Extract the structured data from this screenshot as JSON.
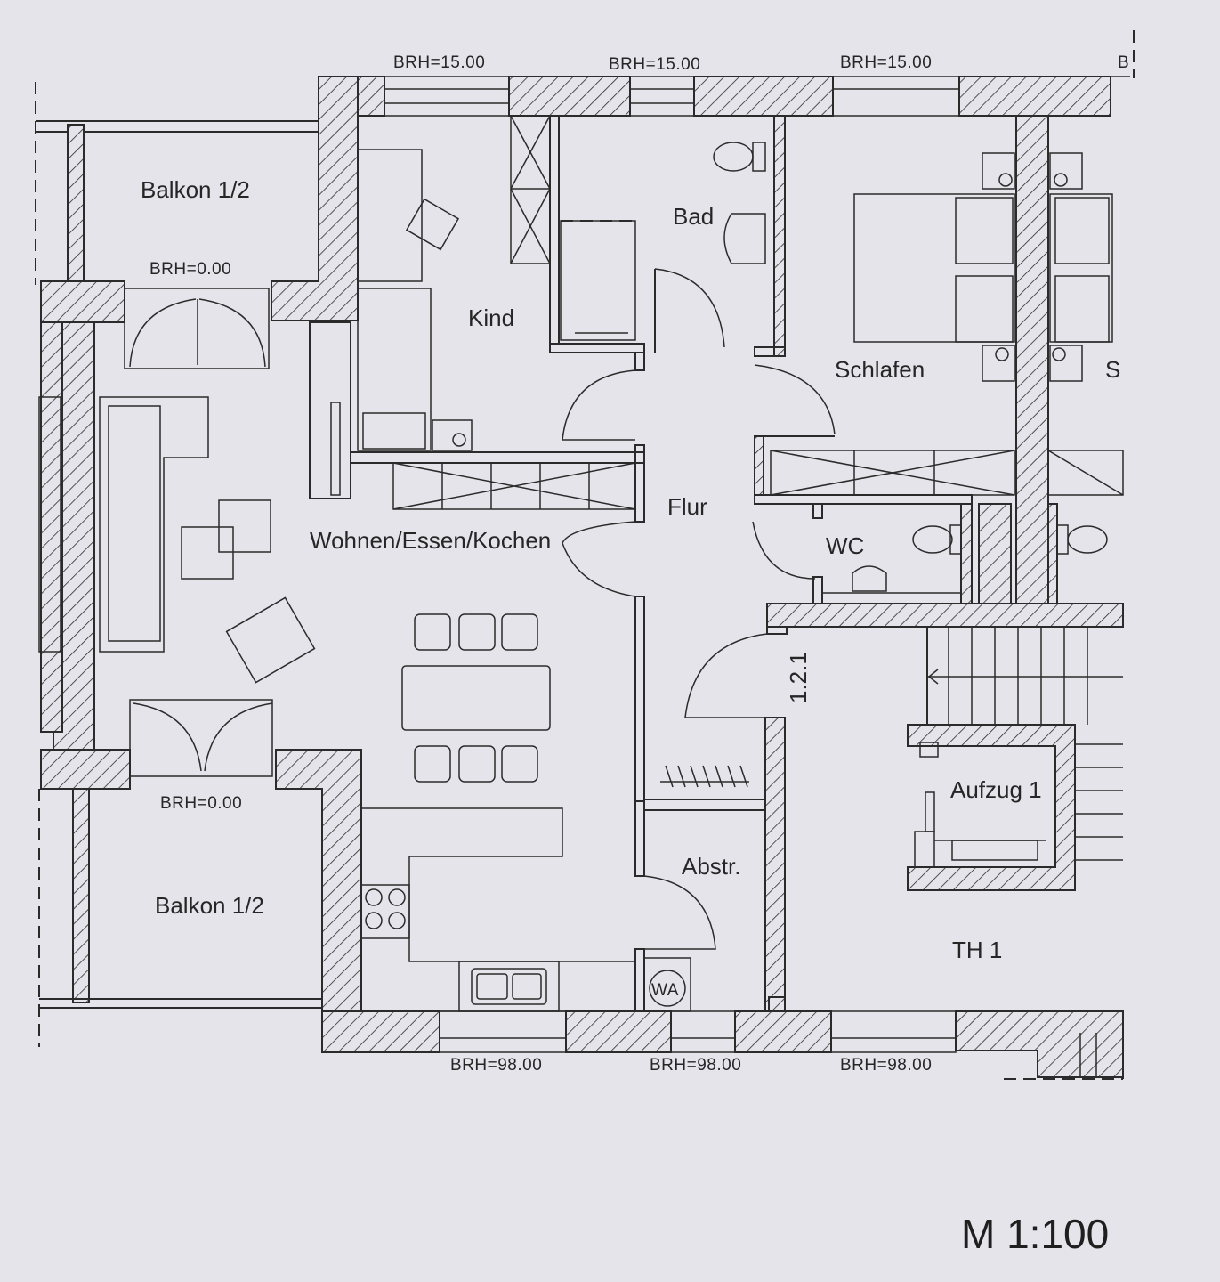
{
  "rooms": {
    "balkon_top": "Balkon 1/2",
    "balkon_bottom": "Balkon 1/2",
    "kind": "Kind",
    "bad": "Bad",
    "schlafen": "Schlafen",
    "schlafen_partial": "S",
    "flur": "Flur",
    "wc": "WC",
    "wohnen": "Wohnen/Essen/Kochen",
    "abstr": "Abstr.",
    "aufzug": "Aufzug 1",
    "th": "TH 1",
    "stair_number": "1.2.1",
    "washer": "WA"
  },
  "brh": {
    "top_1": "BRH=15.00",
    "top_2": "BRH=15.00",
    "top_3": "BRH=15.00",
    "top_partial": "B",
    "balkon_top": "BRH=0.00",
    "balkon_bottom": "BRH=0.00",
    "bottom_1": "BRH=98.00",
    "bottom_2": "BRH=98.00",
    "bottom_3": "BRH=98.00"
  },
  "scale": "M 1:100"
}
